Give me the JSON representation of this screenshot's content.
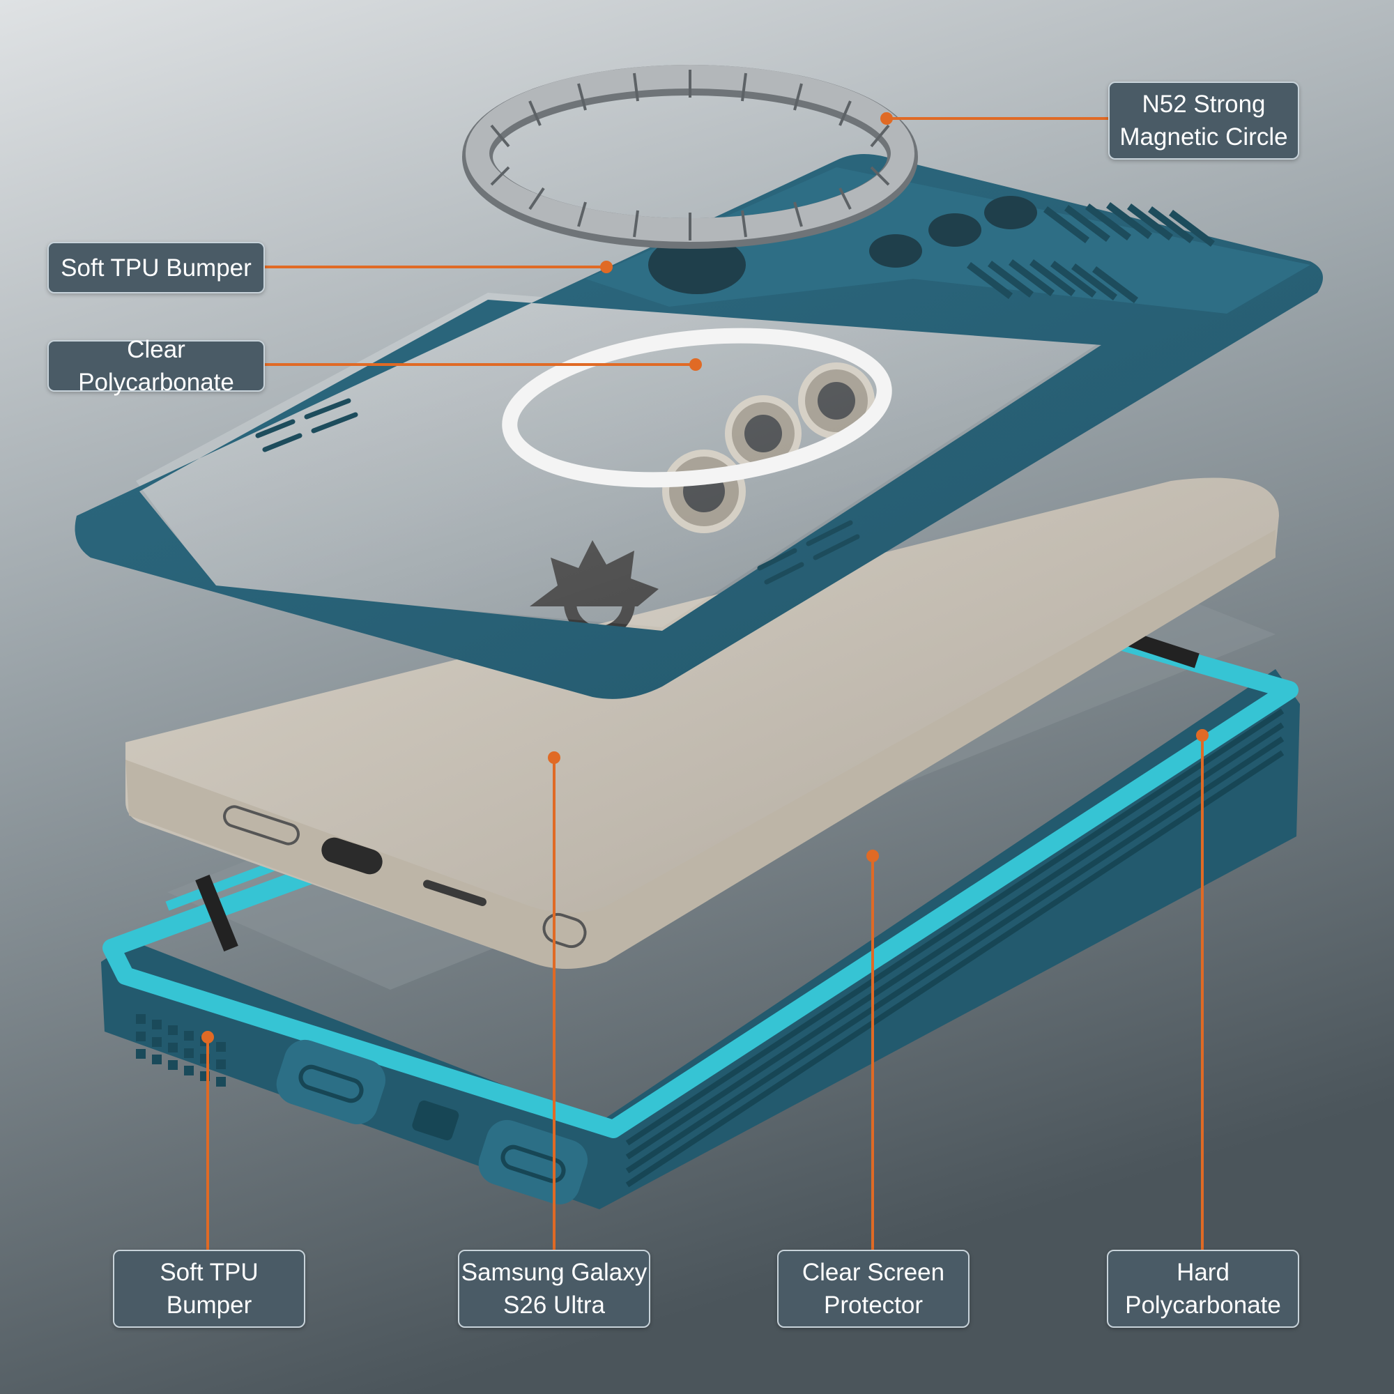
{
  "callouts": {
    "magnetic_circle": {
      "line1": "N52 Strong",
      "line2": "Magnetic Circle"
    },
    "soft_tpu_bumper_top": {
      "text": "Soft TPU Bumper"
    },
    "clear_polycarbonate": {
      "text": "Clear Polycarbonate"
    },
    "soft_tpu_bumper_bottom": {
      "line1": "Soft TPU",
      "line2": "Bumper"
    },
    "samsung_galaxy": {
      "line1": "Samsung Galaxy",
      "line2": "S26 Ultra"
    },
    "clear_screen_protector": {
      "line1": "Clear Screen",
      "line2": "Protector"
    },
    "hard_polycarbonate": {
      "line1": "Hard",
      "line2": "Polycarbonate"
    }
  },
  "colors": {
    "background_top": "#d9dde0",
    "background_bottom": "#4f5a60",
    "label_box": "#4a5b66",
    "label_border": "#c8d3da",
    "leader_line": "#e06a25",
    "back_frame": "#2f6e84",
    "front_bumper": "#2a6f86",
    "front_inner_rim": "#34c3d3",
    "phone_body": "#c9c2b6",
    "magnet_ring": "#8f9396"
  }
}
